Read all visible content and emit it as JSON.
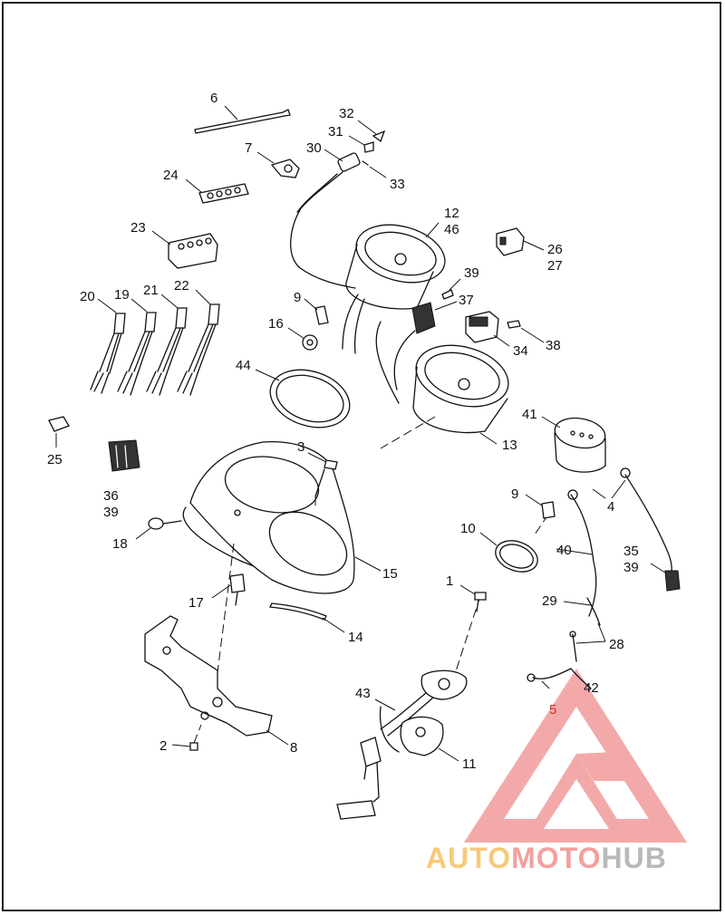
{
  "callouts": [
    {
      "id": "c6",
      "label": "6"
    },
    {
      "id": "c32",
      "label": "32"
    },
    {
      "id": "c31",
      "label": "31"
    },
    {
      "id": "c7",
      "label": "7"
    },
    {
      "id": "c30",
      "label": "30"
    },
    {
      "id": "c33",
      "label": "33"
    },
    {
      "id": "c24",
      "label": "24"
    },
    {
      "id": "c12",
      "label": "12"
    },
    {
      "id": "c46",
      "label": "46"
    },
    {
      "id": "c23",
      "label": "23"
    },
    {
      "id": "c26",
      "label": "26"
    },
    {
      "id": "c27",
      "label": "27"
    },
    {
      "id": "c39a",
      "label": "39"
    },
    {
      "id": "c20",
      "label": "20"
    },
    {
      "id": "c19",
      "label": "19"
    },
    {
      "id": "c21",
      "label": "21"
    },
    {
      "id": "c22",
      "label": "22"
    },
    {
      "id": "c9a",
      "label": "9"
    },
    {
      "id": "c37",
      "label": "37"
    },
    {
      "id": "c16",
      "label": "16"
    },
    {
      "id": "c34",
      "label": "34"
    },
    {
      "id": "c38",
      "label": "38"
    },
    {
      "id": "c44",
      "label": "44"
    },
    {
      "id": "c41",
      "label": "41"
    },
    {
      "id": "c13",
      "label": "13"
    },
    {
      "id": "c25",
      "label": "25"
    },
    {
      "id": "c3",
      "label": "3"
    },
    {
      "id": "c36",
      "label": "36"
    },
    {
      "id": "c39b",
      "label": "39"
    },
    {
      "id": "c9b",
      "label": "9"
    },
    {
      "id": "c4",
      "label": "4"
    },
    {
      "id": "c18",
      "label": "18"
    },
    {
      "id": "c10",
      "label": "10"
    },
    {
      "id": "c40",
      "label": "40"
    },
    {
      "id": "c35",
      "label": "35"
    },
    {
      "id": "c39c",
      "label": "39"
    },
    {
      "id": "c15",
      "label": "15"
    },
    {
      "id": "c1",
      "label": "1"
    },
    {
      "id": "c17",
      "label": "17"
    },
    {
      "id": "c29",
      "label": "29"
    },
    {
      "id": "c14",
      "label": "14"
    },
    {
      "id": "c28",
      "label": "28"
    },
    {
      "id": "c42",
      "label": "42"
    },
    {
      "id": "c43",
      "label": "43"
    },
    {
      "id": "c5",
      "label": "5"
    },
    {
      "id": "c2",
      "label": "2"
    },
    {
      "id": "c8",
      "label": "8"
    },
    {
      "id": "c11",
      "label": "11"
    }
  ],
  "watermark": {
    "auto": "AUTO",
    "moto": "MOTO",
    "hub": "HUB",
    "colors": {
      "auto": "#f7c97a",
      "moto": "#f3a0a0",
      "hub": "#b9b9b9",
      "logo": "#f08d8d"
    }
  },
  "colors": {
    "line": "#111111",
    "background": "#ffffff",
    "callout5": "#c0392b"
  }
}
